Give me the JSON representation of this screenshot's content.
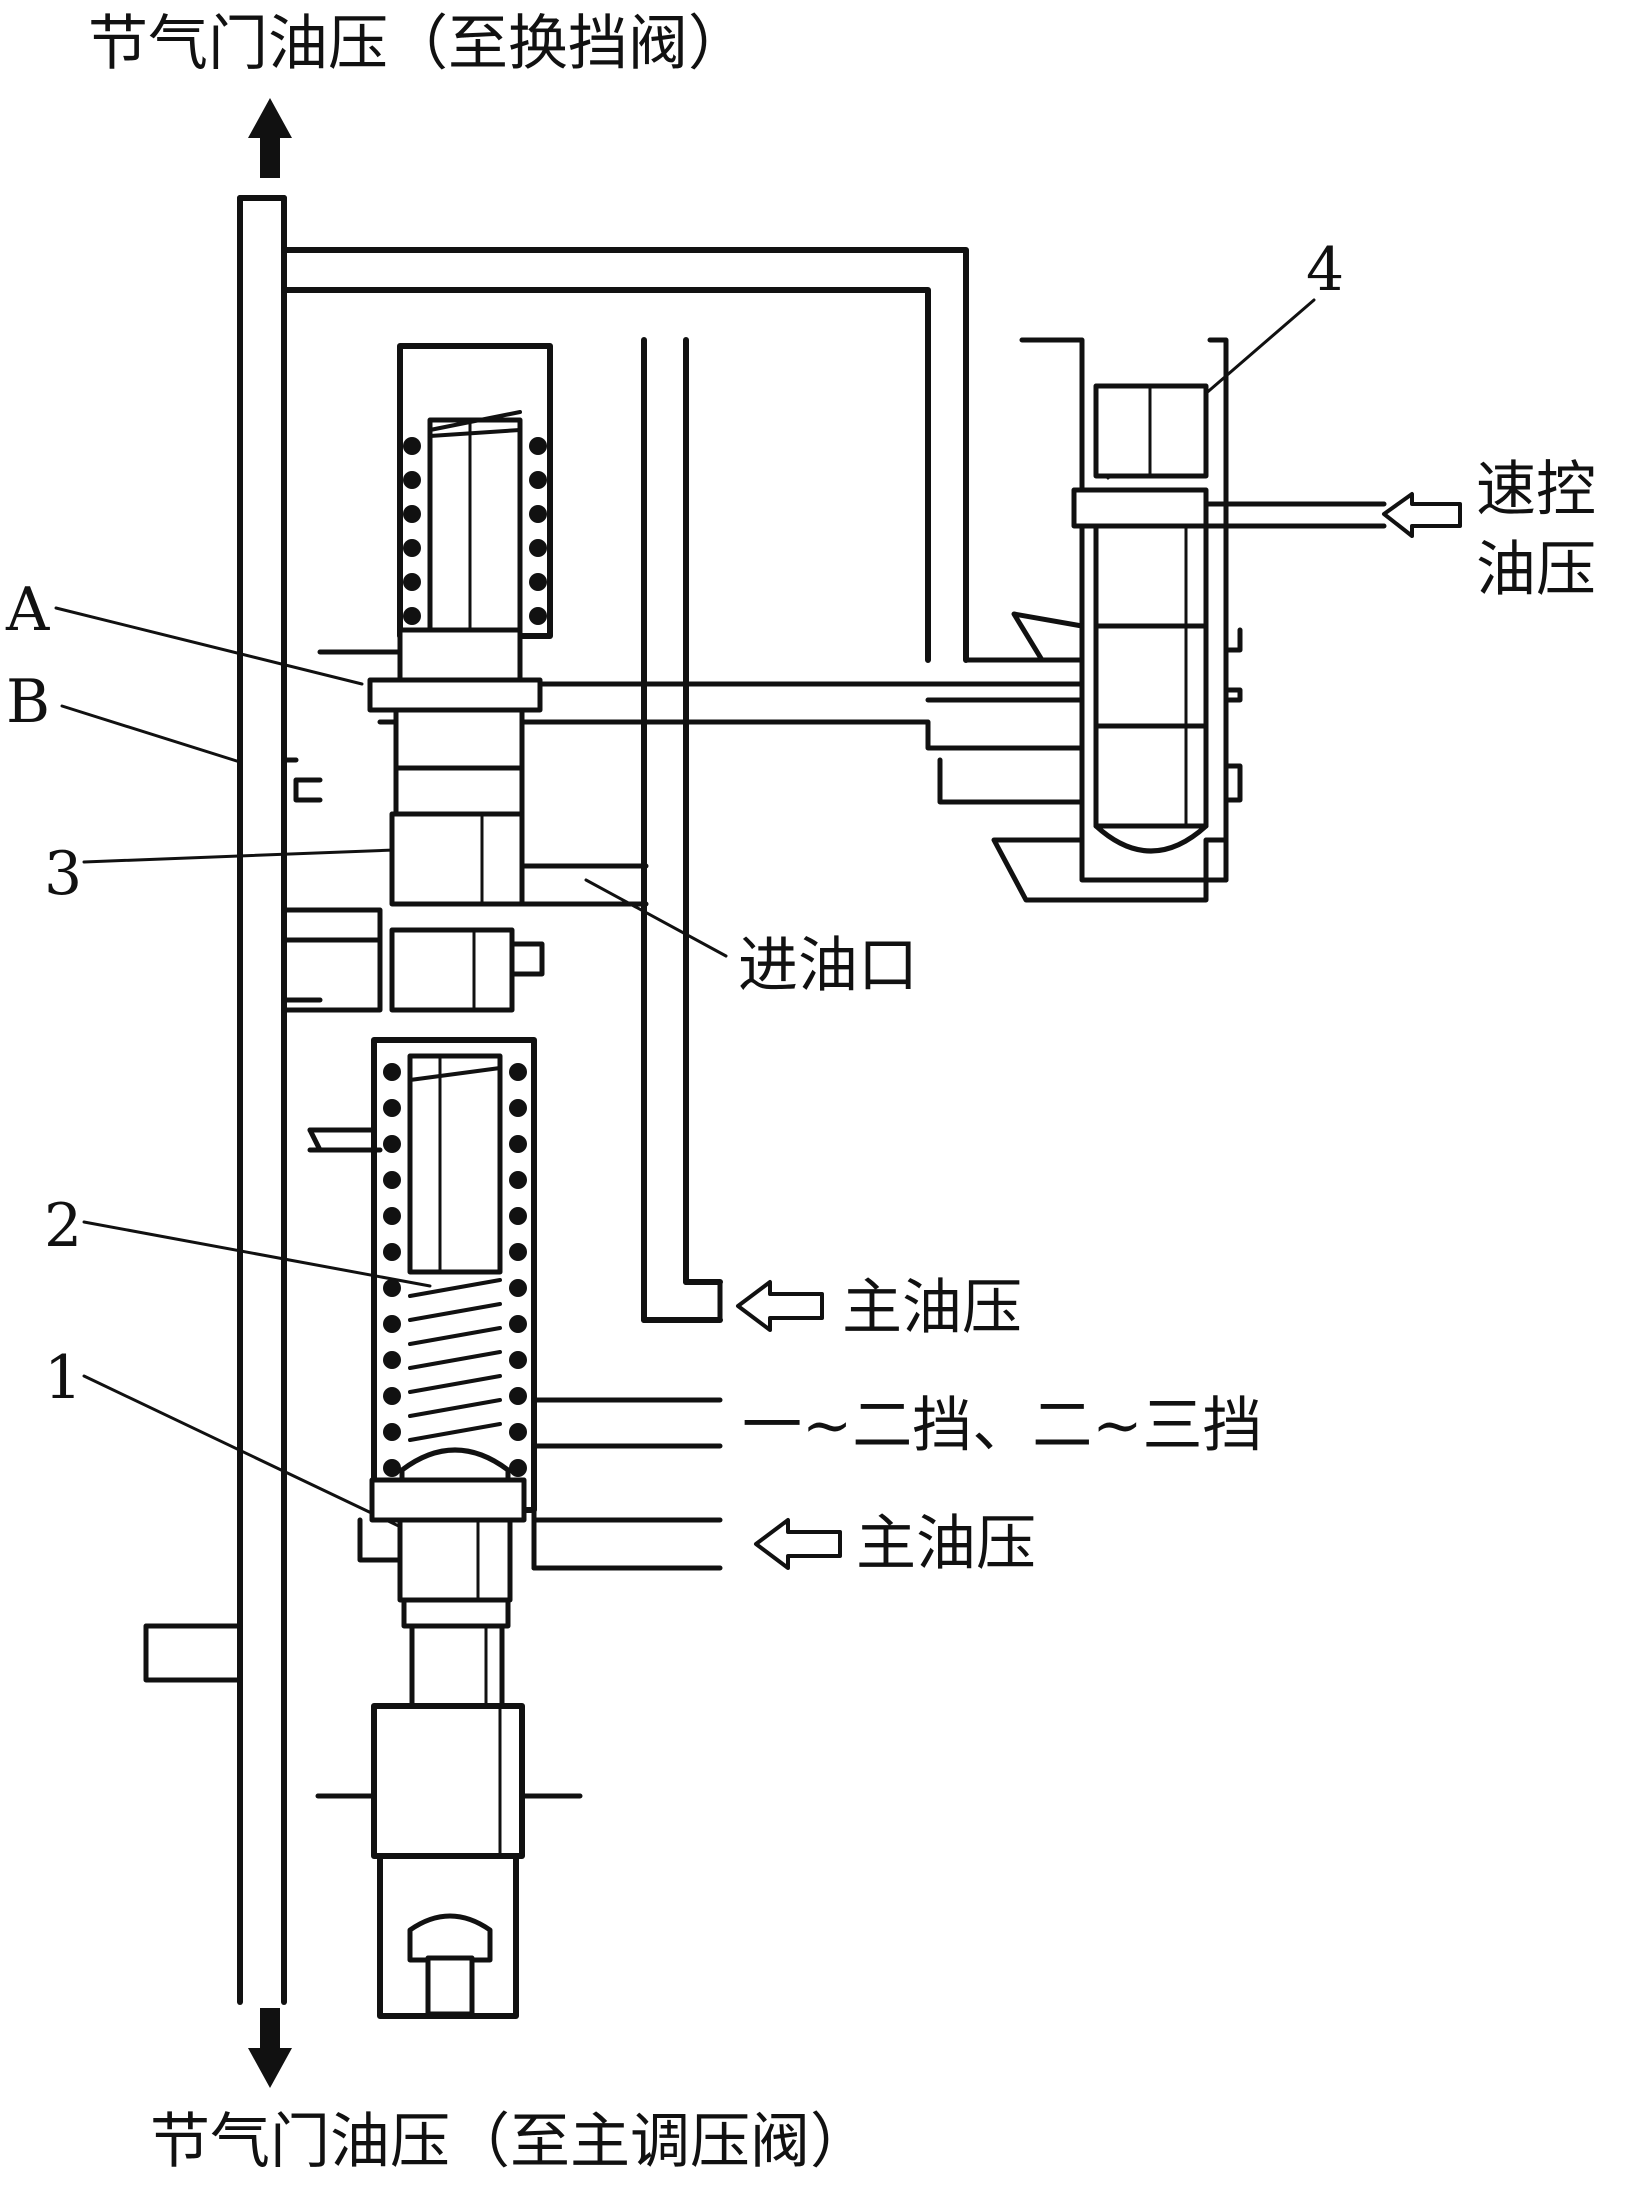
{
  "labels": {
    "top": "节气门油压（至换挡阀）",
    "bottom": "节气门油压（至主调压阀）",
    "speed_line1": "速控",
    "speed_line2": "油压",
    "inlet": "进油口",
    "main_upper": "主油压",
    "shift": "一~二挡、二~三挡",
    "main_lower": "主油压"
  },
  "callouts": {
    "a": "A",
    "b": "B",
    "n1": "1",
    "n2": "2",
    "n3": "3",
    "n4": "4"
  }
}
